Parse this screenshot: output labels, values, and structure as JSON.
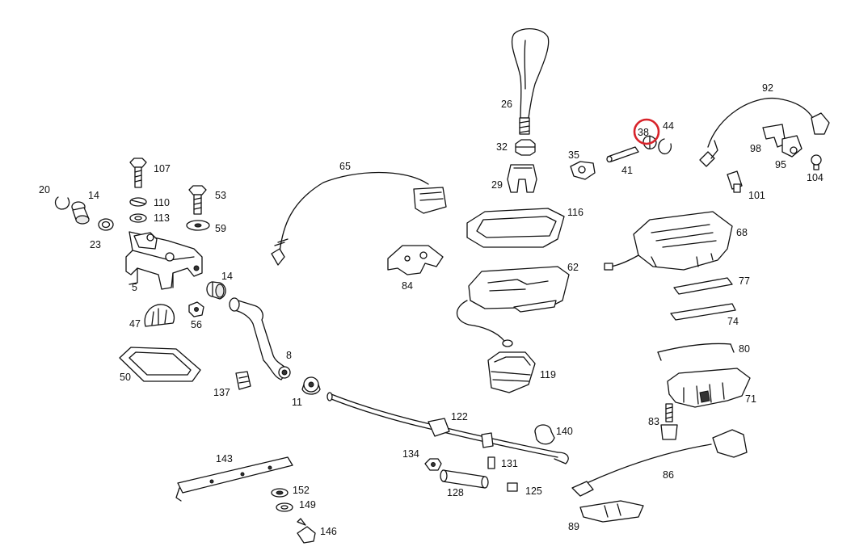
{
  "diagram": {
    "highlight_color": "#d8232a",
    "highlighted_part": "38",
    "labels": {
      "p20": "20",
      "p14a": "14",
      "p23": "23",
      "p5": "5",
      "p107": "107",
      "p110": "110",
      "p113": "113",
      "p53": "53",
      "p59": "59",
      "p14b": "14",
      "p47": "47",
      "p56": "56",
      "p50": "50",
      "p137": "137",
      "p8": "8",
      "p11": "11",
      "p65": "65",
      "p84": "84",
      "p26": "26",
      "p32": "32",
      "p29": "29",
      "p35": "35",
      "p41": "41",
      "p38": "38",
      "p44": "44",
      "p92": "92",
      "p98": "98",
      "p95": "95",
      "p104": "104",
      "p101": "101",
      "p116": "116",
      "p62": "62",
      "p119": "119",
      "p68": "68",
      "p77": "77",
      "p74": "74",
      "p80": "80",
      "p71": "71",
      "p83": "83",
      "p86": "86",
      "p89": "89",
      "p122": "122",
      "p140": "140",
      "p134": "134",
      "p131": "131",
      "p128": "128",
      "p125": "125",
      "p143": "143",
      "p152": "152",
      "p149": "149",
      "p146": "146"
    }
  }
}
